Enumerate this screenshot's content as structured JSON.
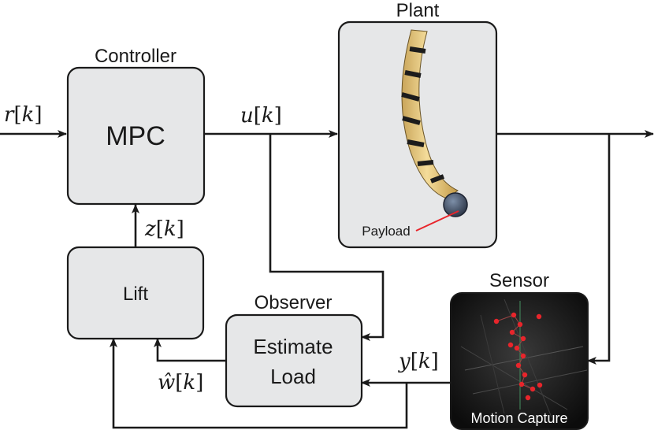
{
  "blocks": {
    "controller": {
      "title": "Controller",
      "label": "MPC"
    },
    "plant": {
      "title": "Plant",
      "annotation": "Payload"
    },
    "lift": {
      "label": "Lift"
    },
    "observer": {
      "title": "Observer",
      "line1": "Estimate",
      "line2": "Load"
    },
    "sensor": {
      "title": "Sensor",
      "caption": "Motion Capture"
    }
  },
  "signals": {
    "reference": {
      "name": "r",
      "index": "k"
    },
    "control": {
      "name": "u",
      "index": "k"
    },
    "lifted": {
      "name": "z",
      "index": "k"
    },
    "estimate": {
      "name": "ŵ",
      "index": "k"
    },
    "measurement": {
      "name": "y",
      "index": "k"
    }
  },
  "colors": {
    "block_fill": "#e6e7e8",
    "line": "#1a1a1a",
    "marker": "#e8252b",
    "sensor_bg": "#151515"
  }
}
